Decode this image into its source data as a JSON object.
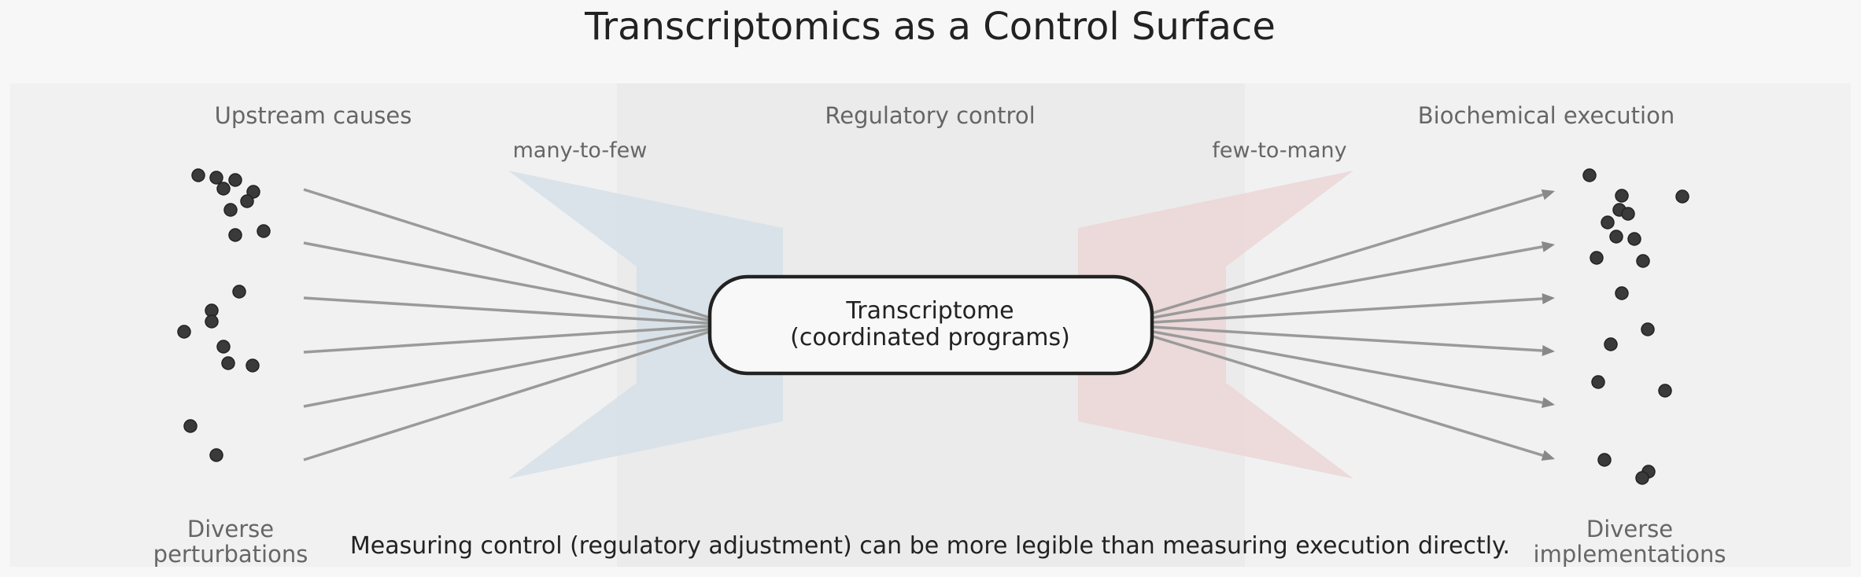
{
  "title": "Transcriptomics as a Control Surface",
  "sections": {
    "left": "Upstream causes",
    "middle": "Regulatory control",
    "right": "Biochemical execution"
  },
  "mappings": {
    "left": "many-to-few",
    "right": "few-to-many"
  },
  "center_box": {
    "line1": "Transcriptome",
    "line2": "(coordinated programs)"
  },
  "bottom_labels": {
    "left_line1": "Diverse",
    "left_line2": "perturbations",
    "right_line1": "Diverse",
    "right_line2": "implementations"
  },
  "caption": "Measuring control (regulatory adjustment) can be more legible than measuring execution directly.",
  "colors": {
    "funnel_in": "#d6e0e8",
    "funnel_out": "#ecd6d7",
    "arrows": "#9a9a9a",
    "dots": "#3a3a3a"
  }
}
